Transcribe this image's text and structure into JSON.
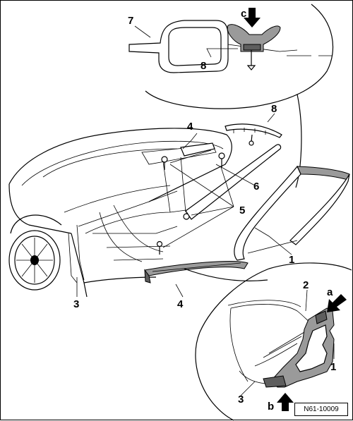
{
  "callouts": {
    "c7": "7",
    "c8_top": "8",
    "c8_mid": "8",
    "c4_top": "4",
    "c6": "6",
    "c5": "5",
    "c1_main": "1",
    "c3_left": "3",
    "c4_bottom": "4",
    "c2": "2",
    "c1_detail": "1",
    "c3_detail": "3"
  },
  "arrow_letters": {
    "c": "c",
    "a": "a",
    "b": "b"
  },
  "reference": "N61-10009"
}
